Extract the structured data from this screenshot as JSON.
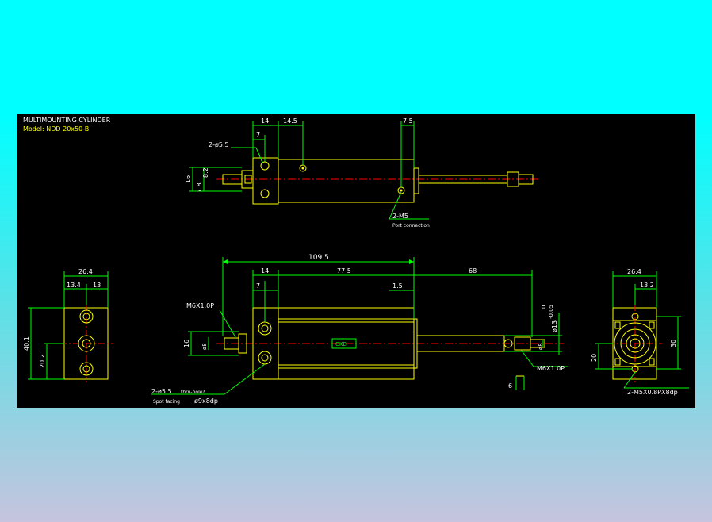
{
  "title": "MULTIMOUNTING CYLINDER",
  "model": "Model: NDD 20x50-B",
  "colors": {
    "outline": "#ffff00",
    "dimension": "#00ff00",
    "centerline": "#ff0000",
    "text": "#ffffff",
    "background": "#000000",
    "cyan": "#00ffff"
  },
  "top_view": {
    "dim_14": "14",
    "dim_14_5": "14.5",
    "dim_7_5": "7.5",
    "dim_7": "7",
    "dim_16": "16",
    "dim_7_8": "7.8",
    "dim_8_2": "8.2",
    "holes": "2-ø5.5",
    "port": "2-M5",
    "port_note": "Port connection"
  },
  "front_view": {
    "dim_109_5": "109.5",
    "dim_14": "14",
    "dim_77_5": "77.5",
    "dim_68": "68",
    "dim_7": "7",
    "dim_1_5": "1.5",
    "thread_left": "M6X1.0P",
    "thread_right": "M6X1.0P",
    "rod_dia": "ø13",
    "tol_upper": "0",
    "tol_lower": "-0.05",
    "dim_16": "16",
    "dim_8_left": "ø8",
    "dim_8_right": "ø8",
    "dim_6": "6",
    "holes": "2-ø5.5",
    "thru": "thru-hole?",
    "spot": "Spot facing",
    "spot_size": "ø9x8dp",
    "label_plate": "CKD"
  },
  "left_view": {
    "dim_26_4": "26.4",
    "dim_13_4": "13.4",
    "dim_13": "13",
    "dim_40_1": "40.1",
    "dim_20_2": "20.2"
  },
  "right_view": {
    "dim_26_4": "26.4",
    "dim_13_2": "13.2",
    "dim_20": "20",
    "dim_30": "30",
    "tap": "2-M5X0.8PX8dp"
  }
}
